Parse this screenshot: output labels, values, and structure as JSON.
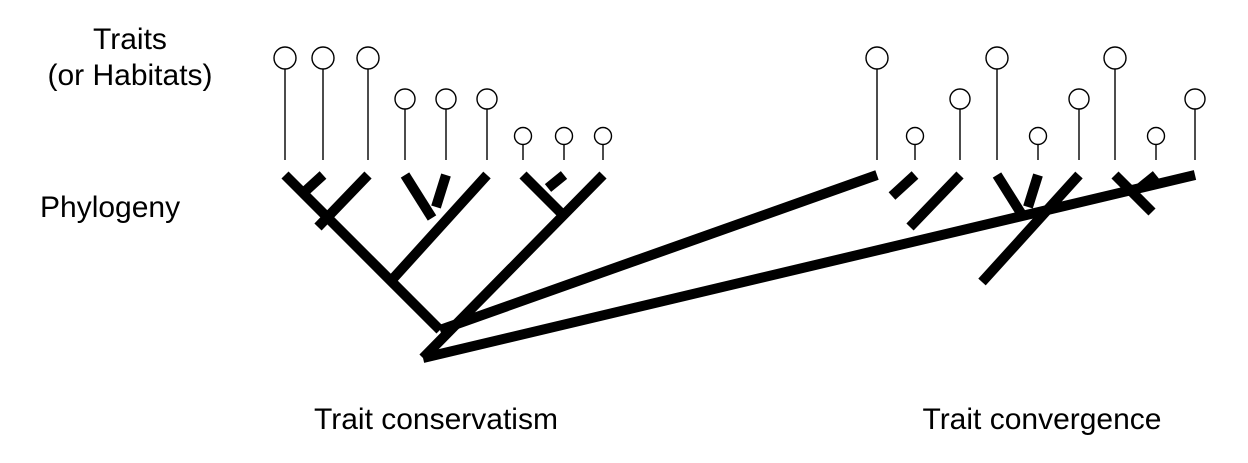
{
  "labels": {
    "traits_line1": "Traits",
    "traits_line2": "(or Habitats)",
    "phylogeny": "Phylogeny"
  },
  "panels": [
    {
      "title": "Trait conservatism",
      "trait_sizes": [
        "large",
        "large",
        "large",
        "medium",
        "medium",
        "medium",
        "small",
        "small",
        "small"
      ]
    },
    {
      "title": "Trait convergence",
      "trait_sizes": [
        "large",
        "small",
        "medium",
        "large",
        "small",
        "medium",
        "large",
        "small",
        "medium"
      ]
    }
  ],
  "colors": {
    "ink": "#000000",
    "background": "#ffffff"
  }
}
